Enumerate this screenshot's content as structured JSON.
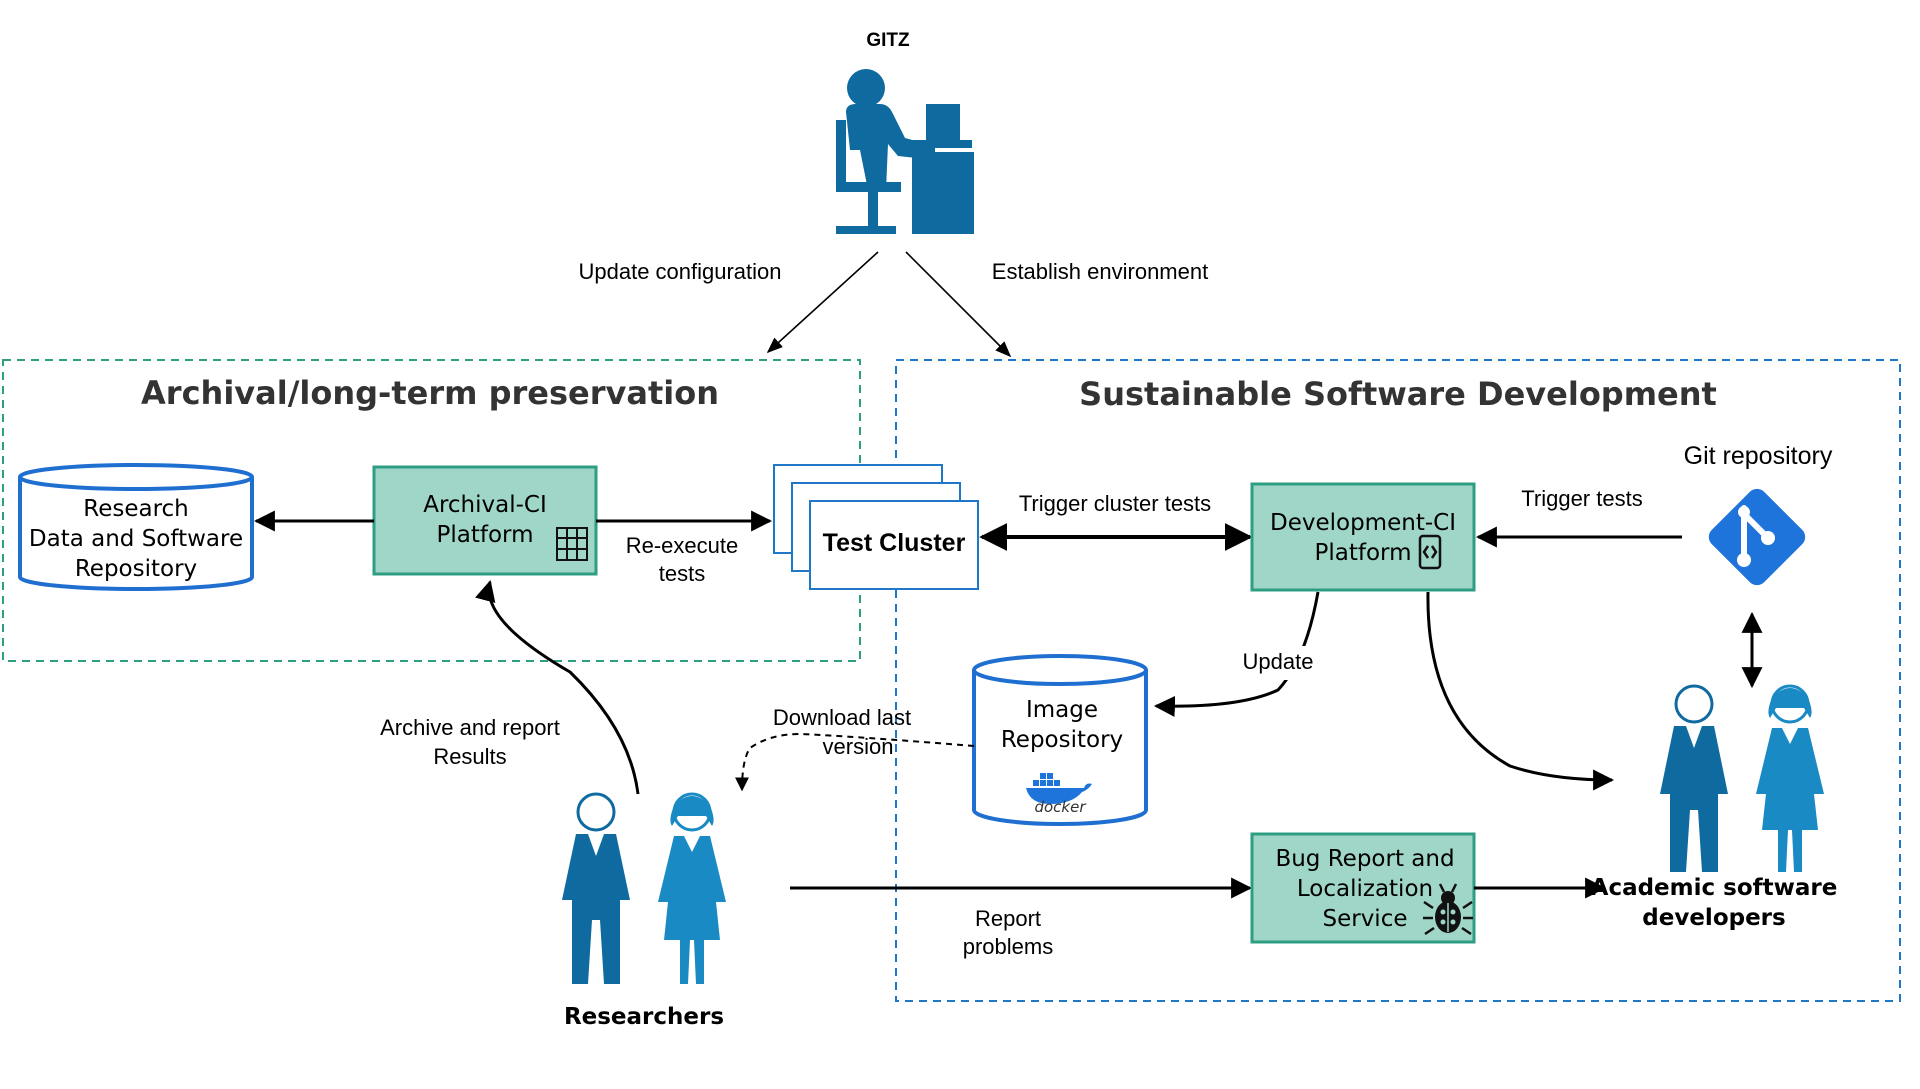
{
  "gitz": {
    "label": "GITZ"
  },
  "edges": {
    "update_configuration": "Update configuration",
    "establish_environment": "Establish environment",
    "reexecute_tests_1": "Re-execute",
    "reexecute_tests_2": "tests",
    "trigger_cluster_tests": "Trigger cluster tests",
    "trigger_tests": "Trigger tests",
    "update": "Update",
    "download_last_version_1": "Download  last",
    "download_last_version_2": "version",
    "archive_and_report_1": "Archive and report",
    "archive_and_report_2": "Results",
    "report_problems_1": "Report",
    "report_problems_2": "problems"
  },
  "groups": {
    "archival": {
      "title": "Archival/long-term preservation",
      "color": "#2E9E83"
    },
    "development": {
      "title": "Sustainable Software Development",
      "color": "#1F77C8"
    }
  },
  "nodes": {
    "research_repo": {
      "line1": "Research",
      "line2": "Data and Software",
      "line3": "Repository"
    },
    "archival_ci": {
      "line1": "Archival-CI",
      "line2": "Platform"
    },
    "test_cluster": {
      "label": "Test Cluster"
    },
    "development_ci": {
      "line1": "Development-CI",
      "line2": "Platform"
    },
    "git_repository": {
      "label": "Git repository"
    },
    "image_repository": {
      "line1": "Image",
      "line2": "Repository",
      "logo_text": "docker"
    },
    "bug_report": {
      "line1": "Bug Report and",
      "line2": "Localization",
      "line3": "Service"
    },
    "researchers": {
      "label": "Researchers"
    },
    "academic_devs": {
      "line1": "Academic software",
      "line2": "developers"
    }
  },
  "colors": {
    "node_fill": "#9FD6C8",
    "node_stroke": "#2E9E83",
    "cylinder_stroke": "#1F6FD1",
    "people_dark": "#0F6AA0",
    "people_light": "#1A8AC4",
    "git_blue": "#1E74DB"
  }
}
